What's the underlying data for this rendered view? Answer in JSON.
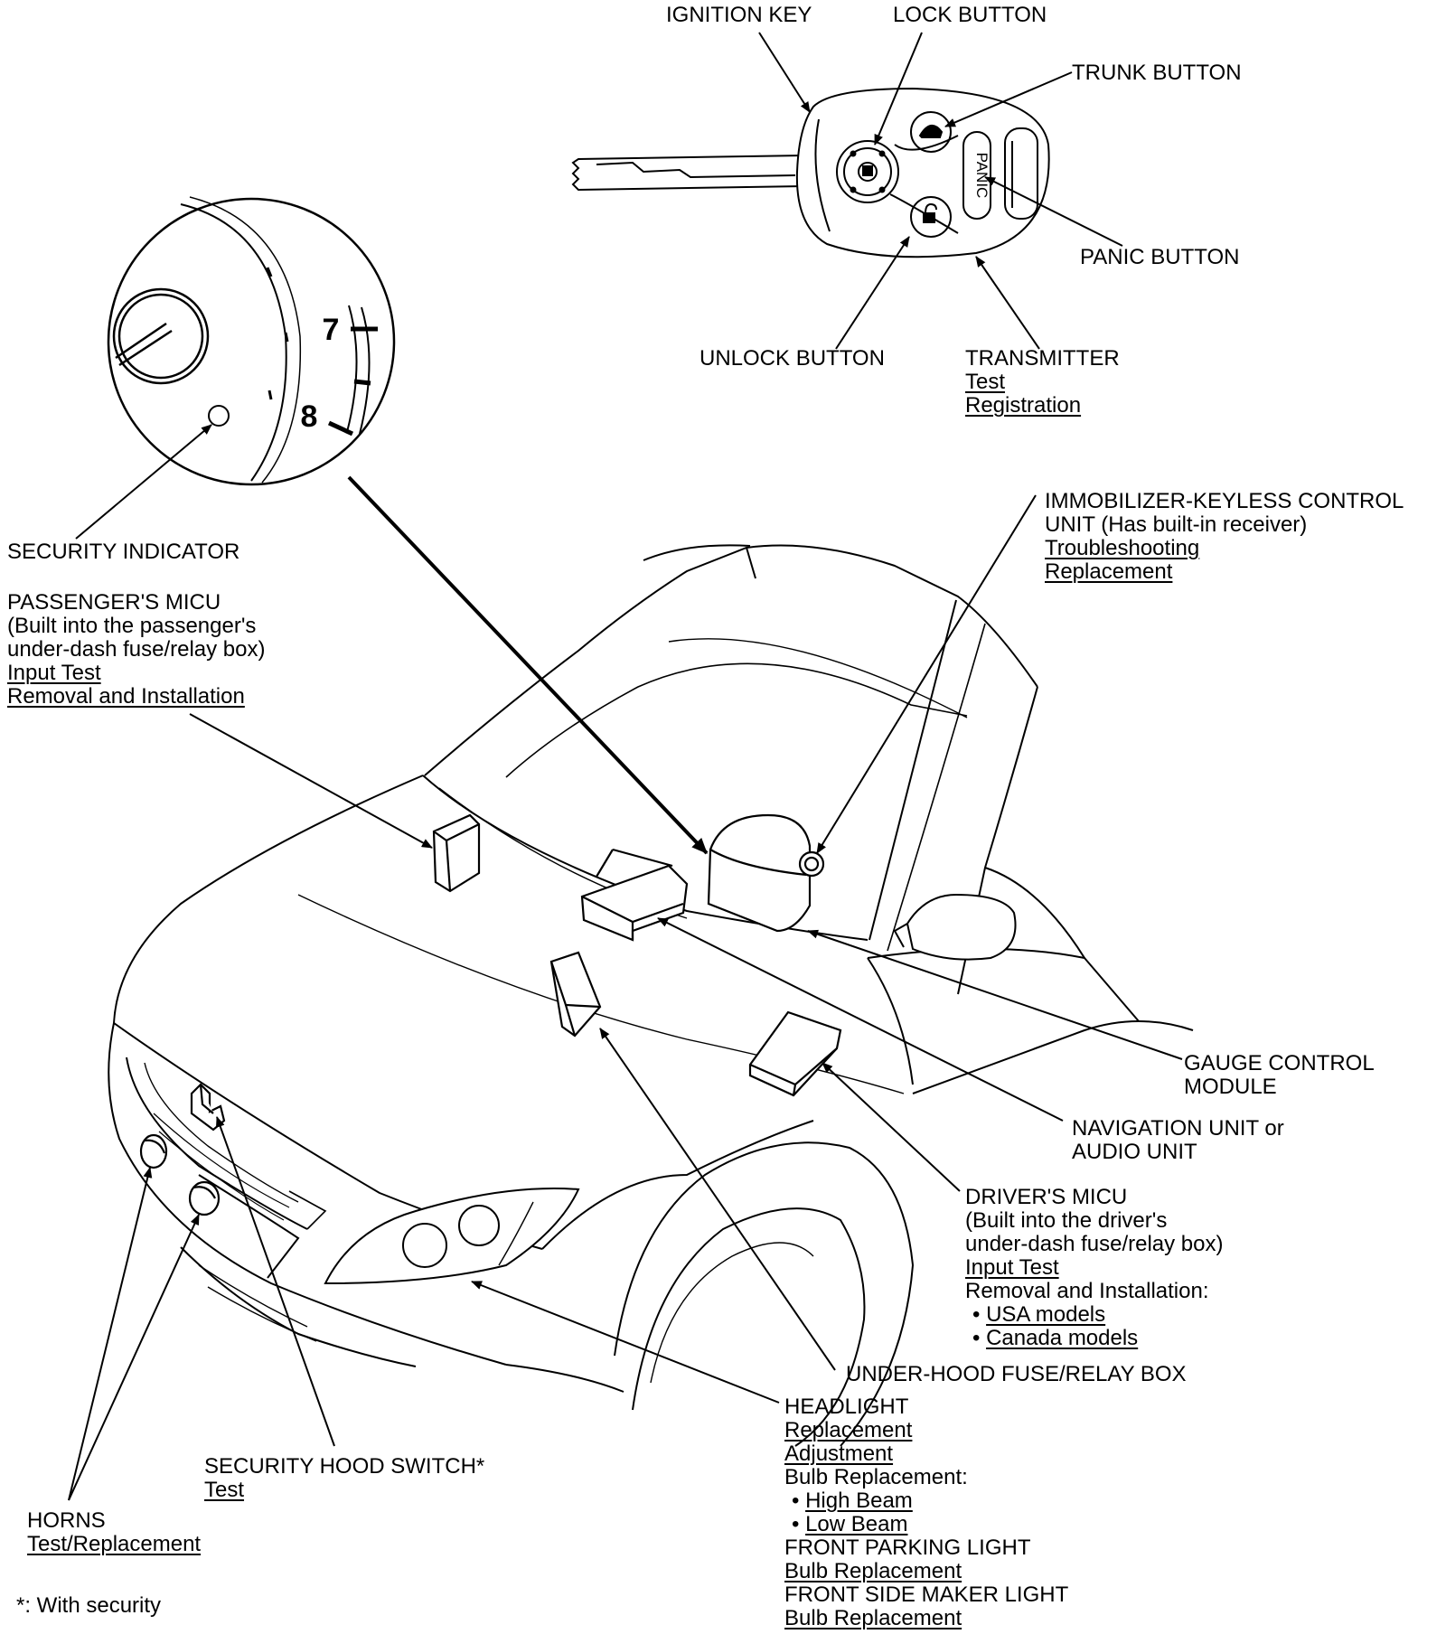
{
  "key": {
    "ignition_key": "IGNITION KEY",
    "lock_button": "LOCK BUTTON",
    "trunk_button": "TRUNK BUTTON",
    "panic_button": "PANIC BUTTON",
    "unlock_button": "UNLOCK BUTTON",
    "panic_text": "PANIC",
    "transmitter": {
      "title": "TRANSMITTER",
      "links": [
        "Test",
        "Registration"
      ]
    }
  },
  "gauge": {
    "mark_upper": "7",
    "mark_lower": "8"
  },
  "security_indicator": "SECURITY INDICATOR",
  "passenger_micu": {
    "title": "PASSENGER'S MICU",
    "desc": [
      "(Built into the passenger's",
      "under-dash fuse/relay box)"
    ],
    "links": [
      "Input Test",
      "Removal and Installation"
    ]
  },
  "immobilizer": {
    "title": [
      "IMMOBILIZER-KEYLESS CONTROL",
      "UNIT (Has built-in receiver)"
    ],
    "links": [
      "Troubleshooting",
      "Replacement"
    ]
  },
  "gauge_control_module": [
    "GAUGE CONTROL",
    "MODULE"
  ],
  "navigation_unit": [
    "NAVIGATION UNIT or",
    "AUDIO UNIT"
  ],
  "driver_micu": {
    "title": "DRIVER'S MICU",
    "desc": [
      "(Built into the driver's",
      "under-dash fuse/relay box)"
    ],
    "link_input_test": "Input Test",
    "removal_heading": "Removal and Installation:",
    "removal_links": [
      "USA models",
      "Canada models"
    ]
  },
  "under_hood_fuse": "UNDER-HOOD FUSE/RELAY BOX",
  "headlight": {
    "title": "HEADLIGHT",
    "links": [
      "Replacement",
      "Adjustment"
    ],
    "bulb_heading": "Bulb Replacement:",
    "bulb_links": [
      "High Beam",
      "Low Beam"
    ]
  },
  "front_parking_light": {
    "title": "FRONT PARKING LIGHT",
    "link": "Bulb Replacement"
  },
  "front_side_marker": {
    "title": "FRONT SIDE MAKER LIGHT",
    "link": "Bulb Replacement"
  },
  "security_hood_switch": {
    "title": "SECURITY HOOD SWITCH*",
    "link": "Test"
  },
  "horns": {
    "title": "HORNS",
    "link": "Test/Replacement"
  },
  "footnote": "*: With security"
}
